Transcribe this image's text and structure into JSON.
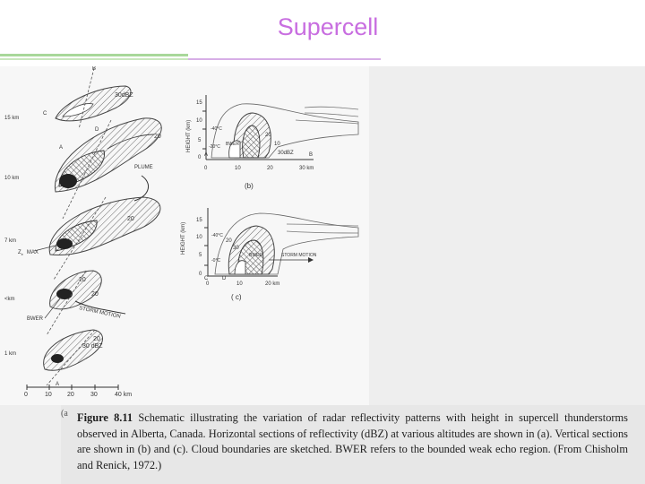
{
  "slide": {
    "title": "Supercell"
  },
  "figure": {
    "panel_a": {
      "heights": [
        "15 km",
        "10 km",
        "7 km",
        "<km",
        "1 km"
      ],
      "dbz_labels": [
        "30dBZ",
        "20",
        "20",
        "20",
        "20",
        "20",
        "30 dBZ"
      ],
      "plume_label": "PLUME",
      "ze_max_label": "Z",
      "ze_max_sub": "e",
      "ze_max_word": "MAX",
      "bwer_label": "BWER",
      "storm_motion_label": "STORM MOTION",
      "point_labels": [
        "B",
        "C",
        "D",
        "A",
        "A"
      ],
      "x_ticks": [
        "0",
        "10",
        "20",
        "30",
        "40 km"
      ],
      "panel_letter": "(a"
    },
    "panel_b": {
      "y_axis_label": "HEIGHT (km)",
      "y_ticks": [
        "15",
        "10",
        "5",
        "0"
      ],
      "x_ticks": [
        "0",
        "10",
        "20",
        "30 km"
      ],
      "endpoints": [
        "A",
        "B"
      ],
      "temp_labels": [
        "-40°C",
        "-20°C"
      ],
      "contour_labels": [
        "10",
        "20",
        "30dBZ"
      ],
      "bwer_label": "BWER",
      "panel_letter": "(b)"
    },
    "panel_c": {
      "y_axis_label": "HEIGHT (km)",
      "y_ticks": [
        "15",
        "10",
        "5",
        "0"
      ],
      "x_ticks": [
        "0",
        "10",
        "20 km"
      ],
      "endpoints": [
        "C",
        "D"
      ],
      "temp_labels": [
        "-40°C",
        "-0°C"
      ],
      "contour_labels": [
        "20",
        "30"
      ],
      "bwer_label": "BWER",
      "storm_motion_label": "STORM MOTION",
      "panel_letter": "( c)"
    },
    "caption": {
      "fig_label": "Figure 8.11",
      "text": "Schematic illustrating the variation of radar reflectivity patterns with height in supercell thunderstorms observed in Alberta, Canada. Horizontal sections of reflectivity (dBZ) at various altitudes are shown in (a). Vertical sections are shown in (b) and (c). Cloud boundaries are sketched. BWER refers to the bounded weak echo region. (From Chisholm and Renick, 1972.)",
      "margin_mark": "(a"
    }
  },
  "colors": {
    "title": "#c86ee0",
    "rule_green": "#a8d89a",
    "rule_violet": "#d7aee6",
    "ink": "#333333"
  }
}
